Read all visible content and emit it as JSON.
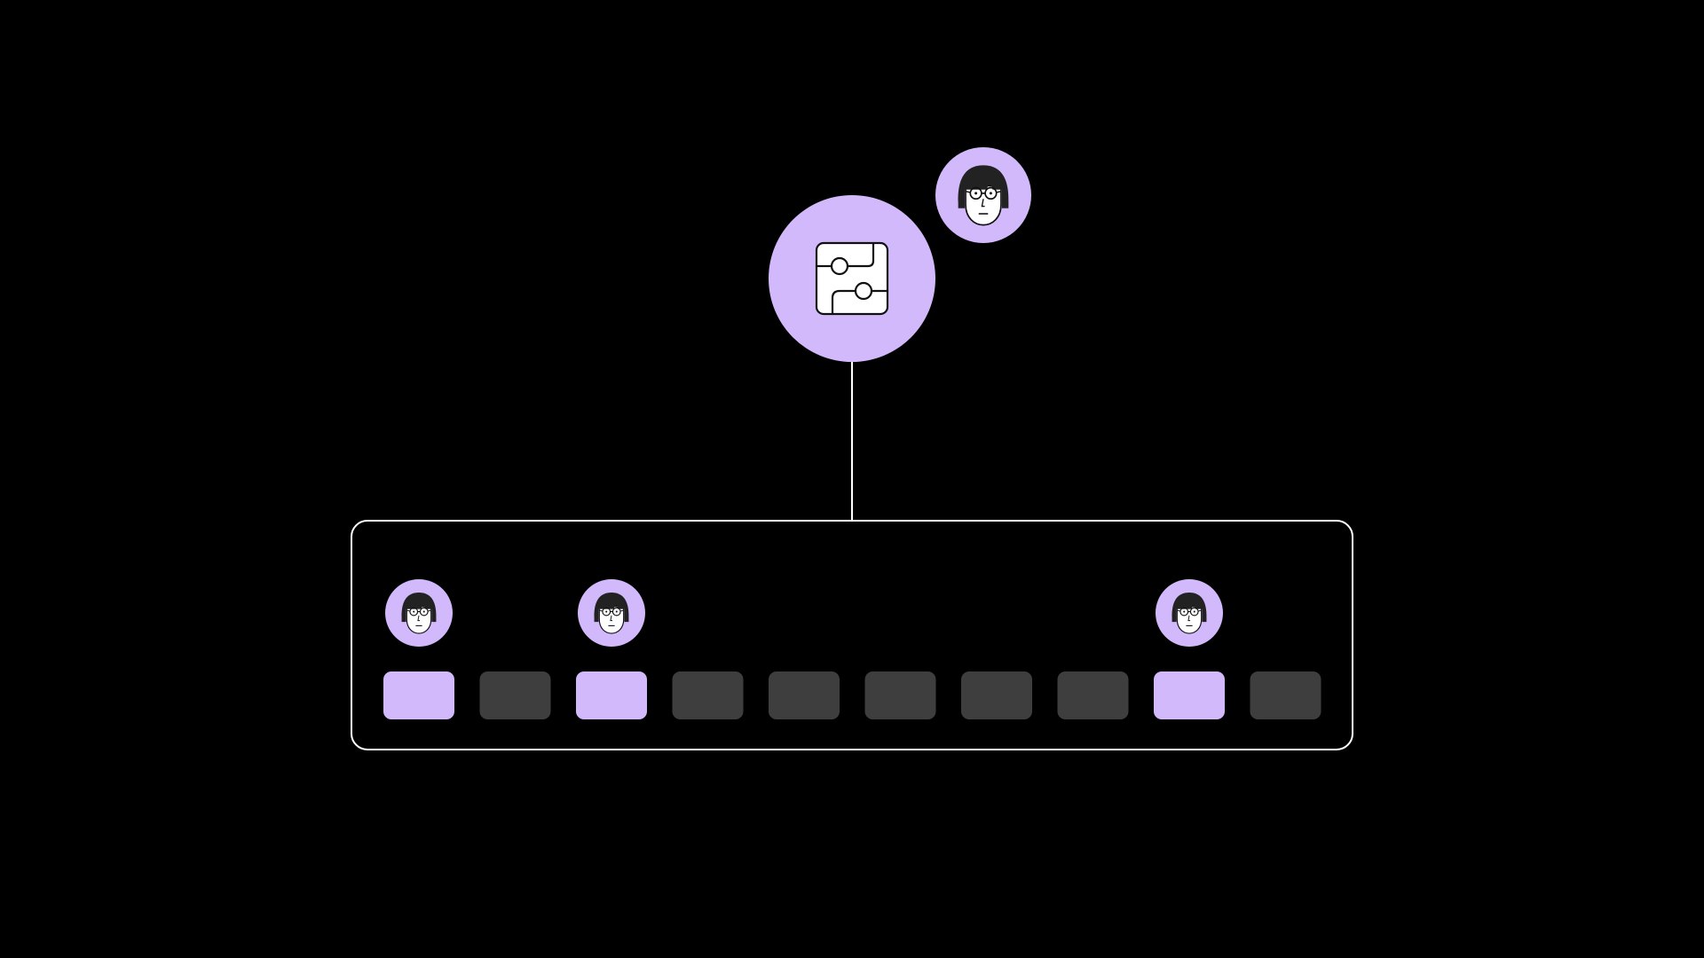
{
  "colors": {
    "background": "#000000",
    "accent": "#d2b9fb",
    "inactive_slot": "#3e3e3e",
    "line": "#ffffff",
    "icon_stroke": "#111111",
    "icon_fill": "#ffffff",
    "hair": "#222222"
  },
  "hub": {
    "icon": "workflow-circuit-icon"
  },
  "top_user": {
    "icon": "user-avatar-icon"
  },
  "container": {
    "slots": [
      {
        "state": "active",
        "has_user": true
      },
      {
        "state": "inactive",
        "has_user": false
      },
      {
        "state": "active",
        "has_user": true
      },
      {
        "state": "inactive",
        "has_user": false
      },
      {
        "state": "inactive",
        "has_user": false
      },
      {
        "state": "inactive",
        "has_user": false
      },
      {
        "state": "inactive",
        "has_user": false
      },
      {
        "state": "inactive",
        "has_user": false
      },
      {
        "state": "active",
        "has_user": true
      },
      {
        "state": "inactive",
        "has_user": false
      }
    ]
  }
}
